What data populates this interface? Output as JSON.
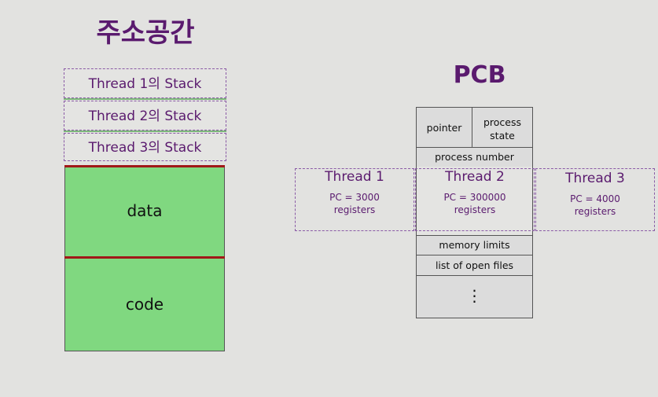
{
  "address_space": {
    "title": "주소공간",
    "stacks": [
      "Thread 1의 Stack",
      "Thread 2의 Stack",
      "Thread 3의 Stack"
    ],
    "data_label": "data",
    "code_label": "code"
  },
  "pcb": {
    "title": "PCB",
    "pointer": "pointer",
    "process_state": "process state",
    "process_number": "process number",
    "memory_limits": "memory limits",
    "open_files": "list of open files",
    "ellipsis": "⋮"
  },
  "threads": [
    {
      "name": "Thread 1",
      "pc": "PC = 3000",
      "registers": "registers"
    },
    {
      "name": "Thread 2",
      "pc": "PC = 300000",
      "registers": "registers"
    },
    {
      "name": "Thread 3",
      "pc": "PC = 4000",
      "registers": "registers"
    }
  ],
  "colors": {
    "title": "#5a1a6e",
    "segment_fill": "#80d880",
    "segment_divider": "#a01818",
    "thread_border": "#8a5aa6"
  }
}
